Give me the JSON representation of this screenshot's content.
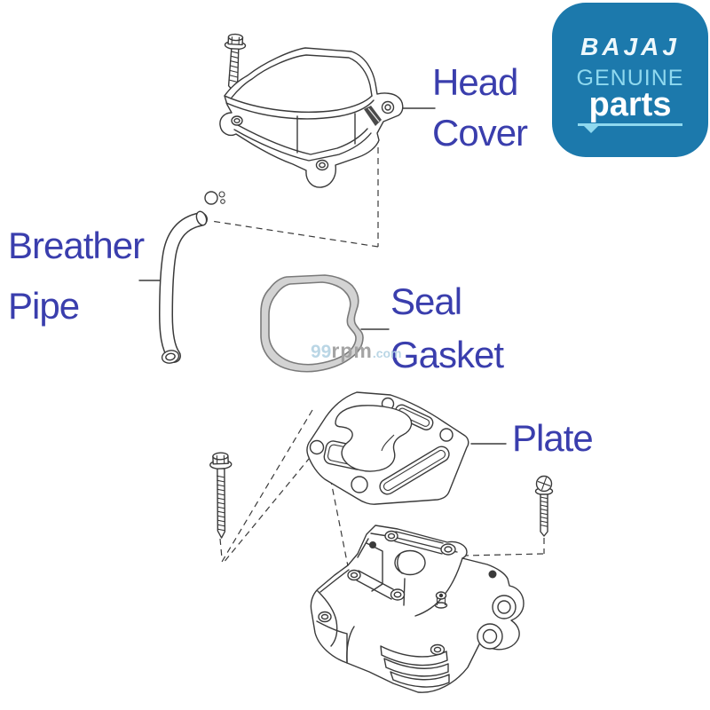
{
  "diagram": {
    "type": "exploded-parts-diagram",
    "labels": {
      "head_cover": {
        "line1": "Head",
        "line2": "Cover"
      },
      "breather_pipe": {
        "line1": "Breather",
        "line2": "Pipe"
      },
      "seal_gasket": {
        "line1": "Seal",
        "line2": "Gasket"
      },
      "plate": {
        "line1": "Plate"
      }
    },
    "part_names": [
      "head-cover-bolt",
      "head-cover",
      "breather-clip",
      "breather-pipe",
      "seal-gasket",
      "plate",
      "plate-bolt-left",
      "plate-bolt-right",
      "cylinder-head"
    ]
  },
  "badge": {
    "brand": "BAJAJ",
    "genuine": "GENUINE",
    "parts": "parts",
    "bg_color": "#1c79ac",
    "accent_color": "#8fd9ef",
    "text_color": "#ffffff"
  },
  "watermark": {
    "num": "99",
    "name": "rpm",
    "tld": ".com"
  },
  "colors": {
    "label_text": "#3a3ead",
    "line_art": "#3a3a3a",
    "gasket_fill": "#d3d3d3",
    "gasket_stroke": "#7a7a7a",
    "background": "#ffffff"
  }
}
